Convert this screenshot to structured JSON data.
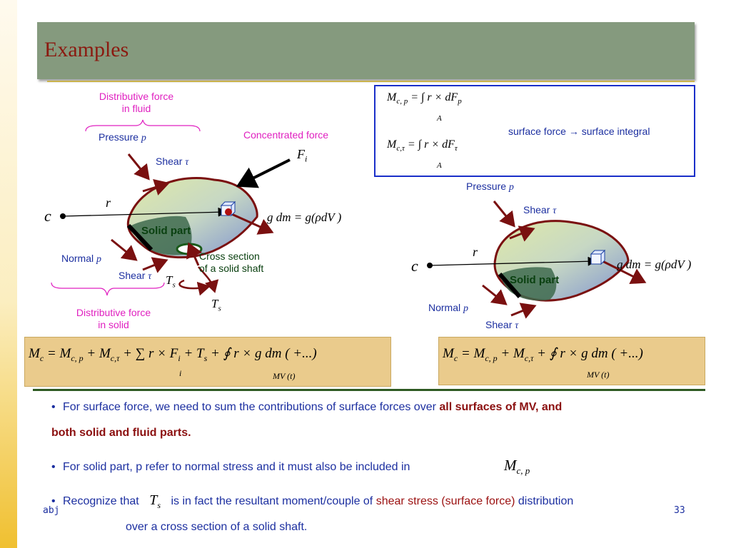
{
  "title": "Examples",
  "left_diagram": {
    "distributive_fluid_line1": "Distributive force",
    "distributive_fluid_line2": "in fluid",
    "pressure": "Pressure",
    "pressure_sym": "p",
    "concentrated_force": "Concentrated force",
    "shear": "Shear",
    "shear_sym": "τ",
    "Fi_sym": "F",
    "Fi_sub": "i",
    "r_sym": "r",
    "c_sym": "c",
    "gdm": "g dm = g(ρdV )",
    "solid_part": "Solid part",
    "normal": "Normal",
    "normal_sym": "p",
    "cross_section_line1": "Cross section",
    "cross_section_line2": "of a solid shaft",
    "shear2": "Shear",
    "shear2_sym": "τ",
    "Ts_sym": "T",
    "Ts_sub": "s",
    "Ts2_sym": "T",
    "Ts2_sub": "s",
    "distributive_solid_line1": "Distributive force",
    "distributive_solid_line2": "in solid"
  },
  "blue_box": {
    "eq1_lhs": "M",
    "eq1_lhs_sub": "c, p",
    "eq1_rhs": "= ∫ r × dF",
    "eq1_rhs_sub": "p",
    "eq1_limit": "A",
    "eq2_lhs": "M",
    "eq2_lhs_sub": "c,τ",
    "eq2_rhs": "= ∫ r × dF",
    "eq2_rhs_sub": "τ",
    "eq2_limit": "A",
    "note_left": "surface force",
    "note_arrow": "→",
    "note_right": "surface integral"
  },
  "right_diagram": {
    "pressure": "Pressure",
    "pressure_sym": "p",
    "shear": "Shear",
    "shear_sym": "τ",
    "r_sym": "r",
    "c_sym": "c",
    "gdm": "g dm = g(ρdV )",
    "solid_part": "Solid part",
    "normal": "Normal",
    "normal_sym": "p",
    "shear2": "Shear",
    "shear2_sym": "τ"
  },
  "equation_left": {
    "text": "M",
    "sub": "c",
    "rest": "=  M",
    "sub2": "c, p",
    "rest2": "+ M",
    "sub3": "c,τ",
    "rest3": "+ ∑ r × F",
    "sub4": "i",
    "rest4": "+ T",
    "sub5": "s",
    "rest5": "+  ∮ r × g dm",
    "paren": "( +...)",
    "sum_index": "i",
    "limit": "MV (t)"
  },
  "equation_right": {
    "text": "M",
    "sub": "c",
    "rest": "=  M",
    "sub2": "c, p",
    "rest2": "+ M",
    "sub3": "c,τ",
    "rest3": "+  ∮ r × g dm",
    "paren": "( +...)",
    "limit": "MV (t)"
  },
  "bullets": {
    "b1_text": "For surface force, we need to sum the contributions of surface forces over ",
    "b1_bold": "all surfaces of MV, and",
    "b1_bold2": "both solid and fluid parts.",
    "b2_text": "For solid part, p refer to normal stress and it must also be included in",
    "b2_math": "M",
    "b2_math_sub": "c, p",
    "b3_text1": "Recognize that",
    "b3_math": "T",
    "b3_math_sub": "s",
    "b3_text2": "is in fact the resultant moment/couple of ",
    "b3_red": "shear stress (surface force)",
    "b3_text3": " distribution",
    "b3_line2": "over a cross section of a solid shaft."
  },
  "footer": {
    "author": "abj",
    "page": "33"
  },
  "colors": {
    "title_bar": "#859a7e",
    "title_text": "#8b1a10",
    "magenta": "#e020c0",
    "blue": "#1c2fa0",
    "arrow": "#7a1010",
    "equation_box": "#eacb8c",
    "blue_border": "#1a2fc9"
  }
}
